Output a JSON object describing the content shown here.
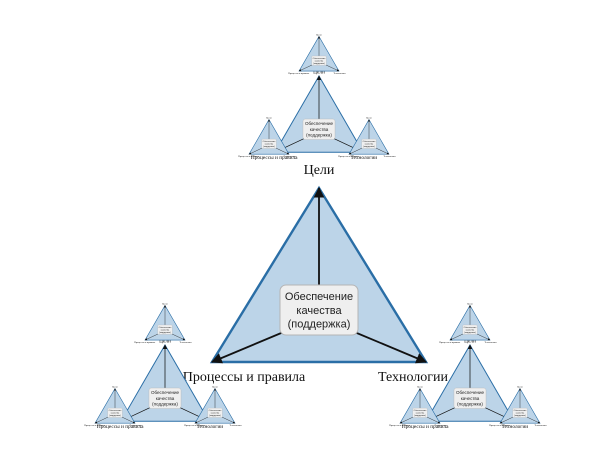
{
  "colors": {
    "fill": "#bcd4e8",
    "outline": "#2a6ea6",
    "arrow": "#111111",
    "box_fill": "#efefef",
    "box_stroke": "#b5b5b5"
  },
  "diagram": {
    "center": [
      "Обеспечение",
      "качества",
      "(поддержка)"
    ],
    "goals": "Цели",
    "processes": "Процессы и правила",
    "technology": "Технологии"
  }
}
